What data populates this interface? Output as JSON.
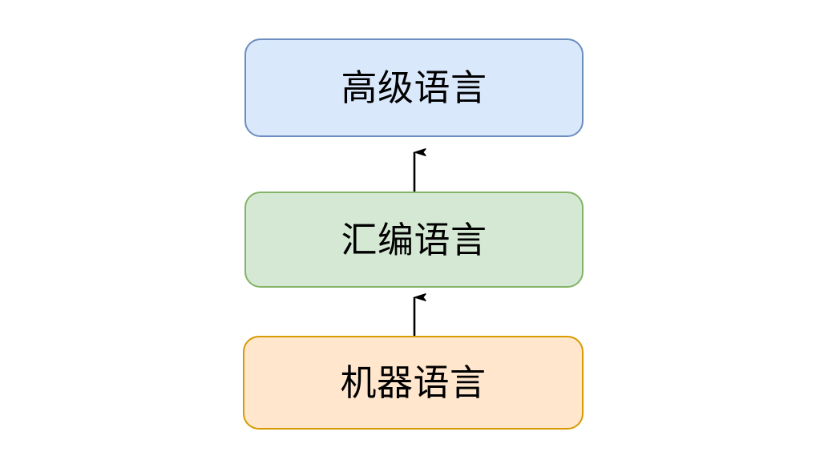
{
  "diagram": {
    "title": "",
    "background": "#ffffff",
    "type": "layered-hierarchy",
    "nodes": [
      {
        "id": "high",
        "label": "高级语言",
        "fill": "#dae8fc",
        "stroke": "#6c8ebf",
        "text_color": "#000000",
        "shape": "rounded-rectangle"
      },
      {
        "id": "assembly",
        "label": "汇编语言",
        "fill": "#d5e8d4",
        "stroke": "#82b366",
        "text_color": "#000000",
        "shape": "rounded-rectangle"
      },
      {
        "id": "machine",
        "label": "机器语言",
        "fill": "#ffe6cc",
        "stroke": "#d79b00",
        "text_color": "#000000",
        "shape": "rounded-rectangle"
      }
    ],
    "edges": [
      {
        "id": "assembly-to-high",
        "from": "assembly",
        "to": "high",
        "label": "",
        "color": "#000000",
        "arrowhead": "classic-up"
      },
      {
        "id": "machine-to-assembly",
        "from": "machine",
        "to": "assembly",
        "label": "",
        "color": "#000000",
        "arrowhead": "classic-up"
      }
    ]
  }
}
